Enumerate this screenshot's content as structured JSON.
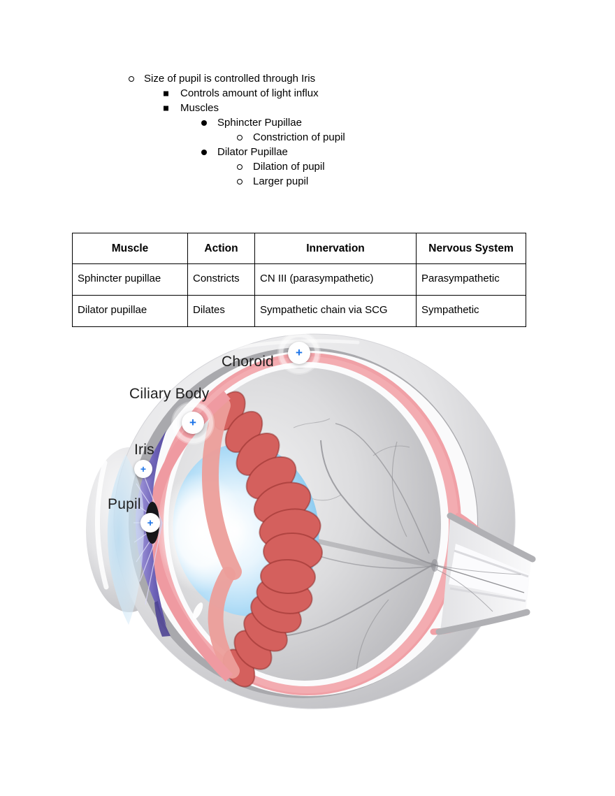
{
  "notes": {
    "items": [
      {
        "level": 0,
        "bullet": "circle-hollow",
        "text": "Size of pupil is controlled through Iris"
      },
      {
        "level": 1,
        "bullet": "square",
        "text": "Controls amount of light influx"
      },
      {
        "level": 1,
        "bullet": "square",
        "text": "Muscles"
      },
      {
        "level": 2,
        "bullet": "disc",
        "text": "Sphincter Pupillae"
      },
      {
        "level": 3,
        "bullet": "circle-hollow",
        "text": "Constriction of pupil"
      },
      {
        "level": 2,
        "bullet": "disc",
        "text": "Dilator Pupillae"
      },
      {
        "level": 3,
        "bullet": "circle-hollow",
        "text": "Dilation of pupil"
      },
      {
        "level": 3,
        "bullet": "circle-hollow",
        "text": "Larger pupil"
      }
    ]
  },
  "table": {
    "headers": [
      "Muscle",
      "Action",
      "Innervation",
      "Nervous System"
    ],
    "rows": [
      [
        "Sphincter pupillae",
        "Constricts",
        "CN III (parasympathetic)",
        "Parasympathetic"
      ],
      [
        "Dilator pupillae",
        "Dilates",
        "Sympathetic chain via SCG",
        "Sympathetic"
      ]
    ],
    "border_color": "#000000"
  },
  "diagram": {
    "type": "eye-cross-section-illustration",
    "labels": [
      {
        "id": "choroid",
        "text": "Choroid"
      },
      {
        "id": "ciliary-body",
        "text": "Ciliary Body"
      },
      {
        "id": "iris",
        "text": "Iris"
      },
      {
        "id": "pupil",
        "text": "Pupil"
      }
    ],
    "marker_symbol": "+",
    "colors": {
      "marker_blue": "#1a73e8",
      "choroid_pink": "#f0a0a6",
      "ciliary_red": "#d4605d",
      "ciliary_salmon": "#ec9e9a",
      "lens_blue": "#85c8ef",
      "iris_purple": "#6e63b8",
      "pupil_black": "#17171b",
      "sclera_gray": "#d9d9dc",
      "vitreous_gray": "#c9c9cc",
      "vessel_gray": "#85858a"
    }
  }
}
